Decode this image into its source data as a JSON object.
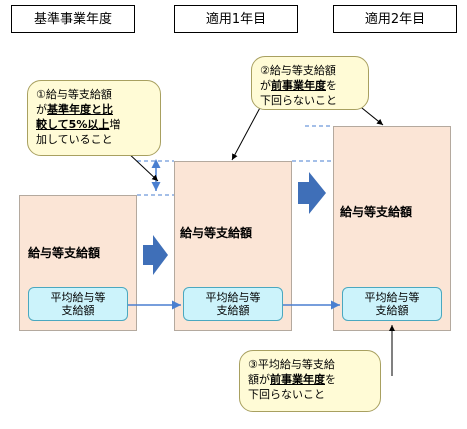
{
  "headers": {
    "base": "基準事業年度",
    "year1": "適用1年目",
    "year2": "適用2年目"
  },
  "columns": {
    "salary_label": "給与等支給額"
  },
  "avg_box": {
    "line1": "平均給与等",
    "line2": "支給額"
  },
  "note1": {
    "l1": "①給与等支給額",
    "l2a": "が",
    "l2b": "基準年度と比",
    "l3a": "較して5%以上",
    "l3b": "増",
    "l4": "加していること"
  },
  "note2": {
    "l1": "②給与等支給額",
    "l2a": "が",
    "l2b": "前事業年度",
    "l2c": "を",
    "l3": "下回らないこと"
  },
  "note3": {
    "l1": "③平均給与等支給",
    "l2a": "額が",
    "l2b": "前事業年度",
    "l2c": "を",
    "l3": "下回らないこと"
  },
  "colors": {
    "column_fill": "#fbe5d6",
    "avg_fill": "#ccf3fb",
    "note_fill": "#fffbd6",
    "arrow_blue": "#3f6fb8",
    "line_blue": "#4a7fd0"
  }
}
